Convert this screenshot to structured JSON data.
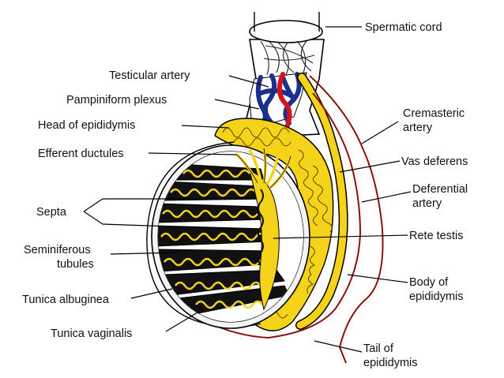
{
  "colors": {
    "yellow": "#f6d31b",
    "tubule_outline": "#5a4a00",
    "lobule_dark": "#111111",
    "vein_blue": "#1b2f8c",
    "artery_red": "#d4141c",
    "vessel_dark_red": "#8a1010",
    "line": "#000000",
    "tunica_fill": "#f4f4f4"
  },
  "labels": {
    "spermatic_cord": "Spermatic cord",
    "testicular_artery": "Testicular artery",
    "pampiniform_plexus": "Pampiniform plexus",
    "head_of_epididymis": "Head of epididymis",
    "efferent_ductules": "Efferent ductules",
    "septa": "Septa",
    "seminiferous_1": "Seminiferous",
    "seminiferous_2": "tubules",
    "tunica_albuginea": "Tunica albuginea",
    "tunica_vaginalis": "Tunica vaginalis",
    "cremasteric_1": "Cremasteric",
    "cremasteric_2": "artery",
    "vas_deferens": "Vas deferens",
    "deferential_1": "Deferential",
    "deferential_2": "artery",
    "rete_testis": "Rete testis",
    "body_1": "Body of",
    "body_2": "epididymis",
    "tail_1": "Tail of",
    "tail_2": "epididymis"
  }
}
